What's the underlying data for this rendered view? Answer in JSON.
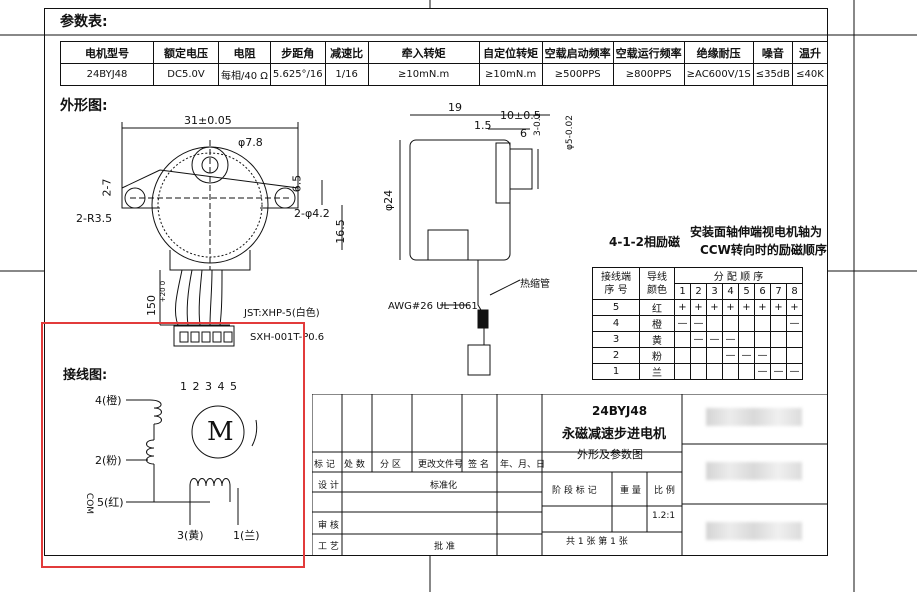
{
  "params_title": "参数表:",
  "params_table": {
    "headers": [
      "电机型号",
      "额定电压",
      "电阻",
      "步距角",
      "减速比",
      "牵入转矩",
      "自定位转矩",
      "空载启动频率",
      "空载运行频率",
      "绝缘耐压",
      "噪音",
      "温升"
    ],
    "values": [
      "24BYJ48",
      "DC5.0V",
      "每相/40 Ω",
      "5.625°/16",
      "1/16",
      "≥10mN.m",
      "≥10mN.m",
      "≥500PPS",
      "≥800PPS",
      "≥AC600V/1S",
      "≤35dB",
      "≤40K"
    ]
  },
  "outline_title": "外形图:",
  "dims": {
    "d31": "31±0.05",
    "d78": "φ7.8",
    "d27": "2-7",
    "d35": "2-R3.5",
    "d65": "6.5",
    "d42": "2-φ4.2",
    "d165": "16.5",
    "d150": "150",
    "d150tol": "+20\n0",
    "d19": "19",
    "d10": "10±0.5",
    "d15": "1.5",
    "d6": "6",
    "d3": "3-0.1",
    "d5": "φ5-0.02",
    "d24": "φ24"
  },
  "jst_label": "JST:XHP-5(白色)",
  "sxh_label": "SXH-001T-P0.6",
  "awg_label": "AWG#26 UL 1061",
  "shrink_label": "热缩管",
  "pins_label": "1 2 3 4 5",
  "excitation_title": "4-1-2相励磁",
  "ccw_title_1": "安装面轴伸端视电机轴为",
  "ccw_title_2": "CCW转向时的励磁顺序",
  "seq_table": {
    "h_pin": "接线端\n序 号",
    "h_color": "导线\n颜色",
    "h_dist": "分 配 顺 序",
    "steps": [
      "1",
      "2",
      "3",
      "4",
      "5",
      "6",
      "7",
      "8"
    ],
    "rows": [
      {
        "pin": "5",
        "color": "红",
        "marks": [
          "+",
          "+",
          "+",
          "+",
          "+",
          "+",
          "+",
          "+"
        ]
      },
      {
        "pin": "4",
        "color": "橙",
        "marks": [
          "—",
          "—",
          "",
          "",
          "",
          "",
          "",
          "—"
        ]
      },
      {
        "pin": "3",
        "color": "黄",
        "marks": [
          "",
          "—",
          "—",
          "—",
          "",
          "",
          "",
          ""
        ]
      },
      {
        "pin": "2",
        "color": "粉",
        "marks": [
          "",
          "",
          "",
          "—",
          "—",
          "—",
          "",
          ""
        ]
      },
      {
        "pin": "1",
        "color": "兰",
        "marks": [
          "",
          "",
          "",
          "",
          "",
          "—",
          "—",
          "—"
        ]
      }
    ]
  },
  "wiring_title": "接线图:",
  "wiring": {
    "w4": "4(橙)",
    "w2": "2(粉)",
    "w5": "5(红)",
    "com": "COM",
    "w3": "3(黄)",
    "w1": "1(兰)",
    "motor": "M"
  },
  "title_block": {
    "model": "24BYJ48",
    "name": "永磁减速步进电机",
    "sub": "外形及参数图",
    "h_mark": "标 记",
    "h_count": "处 数",
    "h_zone": "分  区",
    "h_doc": "更改文件号",
    "h_sign": "签 名",
    "h_date": "年、月、日",
    "design": "设 计",
    "std": "标准化",
    "stage": "阶 段 标 记",
    "weight": "重 量",
    "scale": "比 例",
    "scale_val": "1.2:1",
    "review": "审 核",
    "process": "工 艺",
    "approve": "批 准",
    "sheets": "共 1  张    第 1  张"
  },
  "colors": {
    "highlight": "#e23b3b",
    "line": "#111111"
  }
}
